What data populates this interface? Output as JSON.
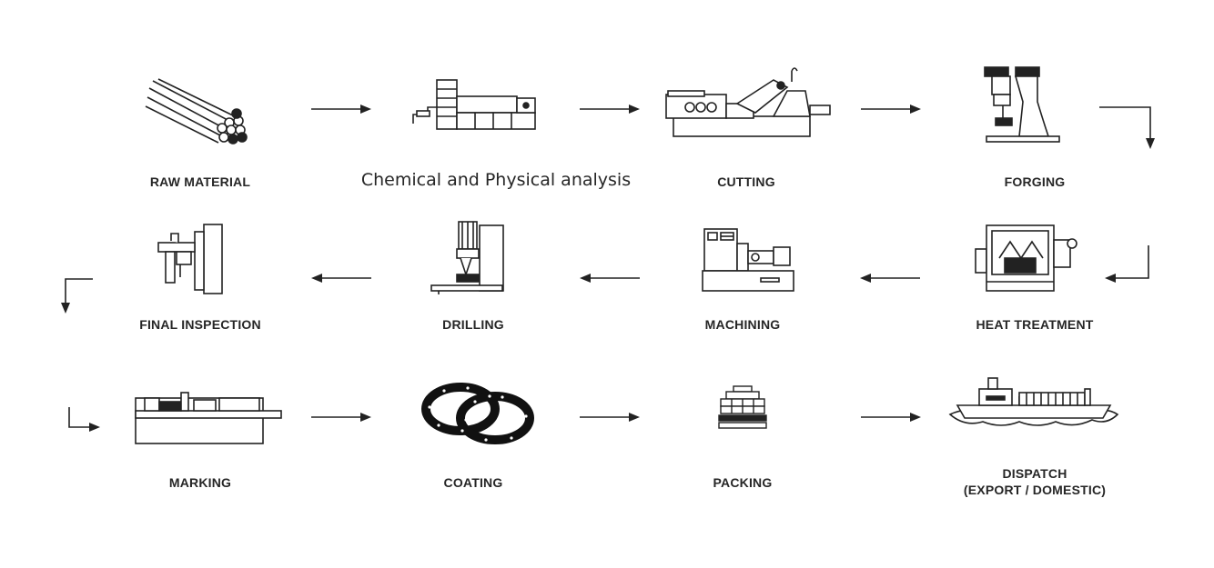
{
  "steps": {
    "raw_material": "RAW MATERIAL",
    "analysis": "Chemical and Physical analysis",
    "cutting": "CUTTING",
    "forging": "FORGING",
    "final_inspection": "FINAL INSPECTION",
    "drilling": "DRILLING",
    "machining": "MACHINING",
    "heat_treatment": "HEAT TREATMENT",
    "marking": "MARKING",
    "coating": "COATING",
    "packing": "PACKING",
    "dispatch_line1": "DISPATCH",
    "dispatch_line2": "(EXPORT / DOMESTIC)"
  },
  "icons": {
    "raw_material": "bundle-of-bars-icon",
    "analysis": "spectrometer-lab-icon",
    "cutting": "cutting-machine-icon",
    "forging": "forging-press-icon",
    "heat_treatment": "furnace-icon",
    "machining": "lathe-icon",
    "drilling": "drill-press-icon",
    "final_inspection": "caliper-inspection-icon",
    "marking": "marking-machine-icon",
    "coating": "coated-rings-icon",
    "packing": "pallet-boxes-icon",
    "dispatch": "cargo-ship-icon"
  },
  "colors": {
    "ink": "#262626",
    "background": "#ffffff"
  }
}
